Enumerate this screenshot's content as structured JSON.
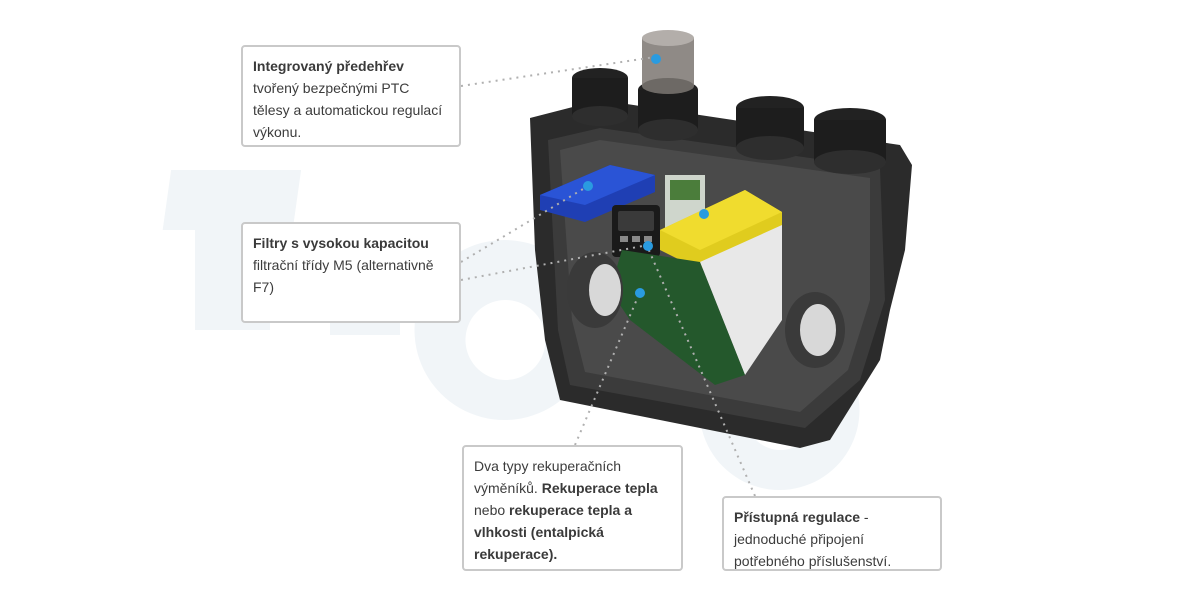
{
  "callouts": {
    "preheat": {
      "title": "Integrovaný předehřev",
      "text": "tvořený bezpečnými PTC tělesy a automatickou regulací výkonu."
    },
    "filters": {
      "title": "Filtry s vysokou kapacitou",
      "text": "filtrační třídy M5 (alternativně F7)"
    },
    "exchangers": {
      "text_1": "Dva typy rekuperačních výměníků. ",
      "bold_1": "Rekuperace tepla",
      "text_2": " nebo ",
      "bold_2": "rekuperace tepla a vlhkosti (entalpická rekuperace)."
    },
    "regulation": {
      "title": "Přístupná regulace",
      "text": " - jednoduché připojení potřebného příslušenství."
    }
  },
  "colors": {
    "hotspot": "#2a9be0",
    "filter": "#1f3fb4",
    "exchanger": "#24582c",
    "enthalpy_cover": "#e0cc1e",
    "housing": "#2b2b2b",
    "callout_border": "#c9c9c9"
  },
  "icons": [
    "hotspot-dot",
    "control-panel-icon"
  ]
}
